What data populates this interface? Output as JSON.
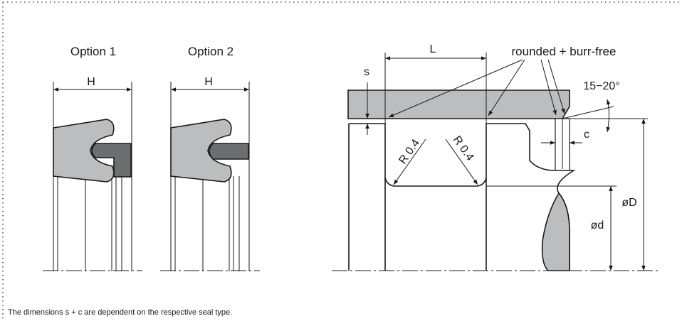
{
  "options": {
    "option1": {
      "title": "Option 1",
      "width_label": "H"
    },
    "option2": {
      "title": "Option 2",
      "width_label": "H"
    }
  },
  "groove": {
    "length_label": "L",
    "s_label": "s",
    "c_label": "c",
    "radius_left": "R 0.4",
    "radius_right": "R 0.4",
    "rounded_note": "rounded + burr-free",
    "angle_label": "15−20°",
    "outer_diameter_label": "øD",
    "inner_diameter_label": "ød"
  },
  "footnote": "The dimensions s + c are dependent on the respective seal type.",
  "colors": {
    "seal_fill": "#bcbdbf",
    "seal_dark": "#6d6e70",
    "line": "#1a1a1a",
    "border_dots": "#555555"
  }
}
